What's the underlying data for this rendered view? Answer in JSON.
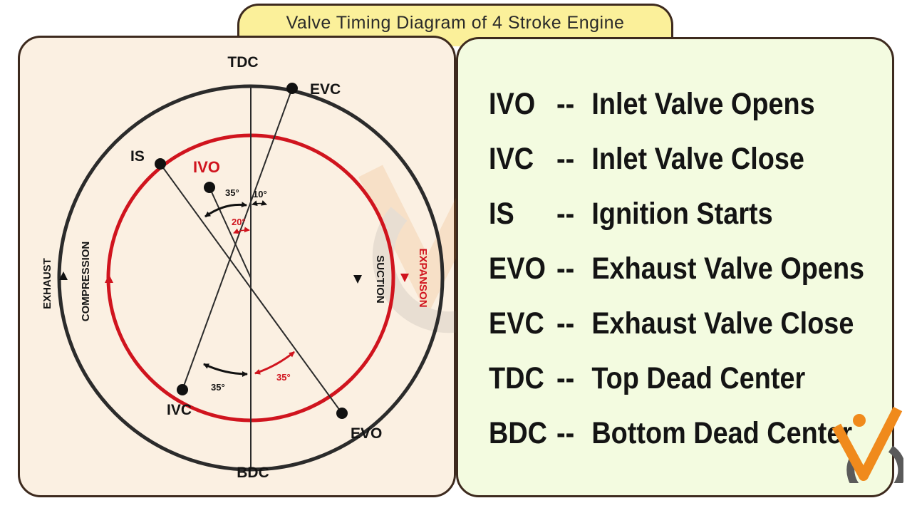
{
  "title": "Valve Timing Diagram of 4 Stroke Engine",
  "diagram": {
    "labels": {
      "tdc": "TDC",
      "bdc": "BDC",
      "evc": "EVC",
      "evo": "EVO",
      "is": "IS",
      "ivo": "IVO",
      "ivc": "IVC"
    },
    "strokes": {
      "exhaust": "EXHAUST",
      "compression": "COMPRESSION",
      "suction": "SUCTION",
      "expansion": "EXPANSON"
    },
    "angles": {
      "ivo_to_is": "35°",
      "tdc_to_evc": "10°",
      "ivo_to_tdc": "20°",
      "ivc_to_bdc": "35°",
      "bdc_to_evo": "35°"
    },
    "colors": {
      "outer_circle": "#2b2b2b",
      "inner_circle": "#d0141e",
      "line": "#2b2b2b",
      "red_text": "#d0141e"
    }
  },
  "legend": [
    {
      "abbr": "IVO",
      "sep": "--",
      "desc": "Inlet Valve Opens"
    },
    {
      "abbr": "IVC",
      "sep": "--",
      "desc": "Inlet Valve Close"
    },
    {
      "abbr": "IS",
      "sep": "--",
      "desc": "Ignition Starts"
    },
    {
      "abbr": "EVO",
      "sep": "--",
      "desc": "Exhaust Valve Opens"
    },
    {
      "abbr": "EVC",
      "sep": "--",
      "desc": "Exhaust Valve Close"
    },
    {
      "abbr": "TDC",
      "sep": "--",
      "desc": "Top Dead Center"
    },
    {
      "abbr": "BDC",
      "sep": "--",
      "desc": "Bottom Dead Center"
    }
  ],
  "logo_icon": "brand-logo-icon"
}
